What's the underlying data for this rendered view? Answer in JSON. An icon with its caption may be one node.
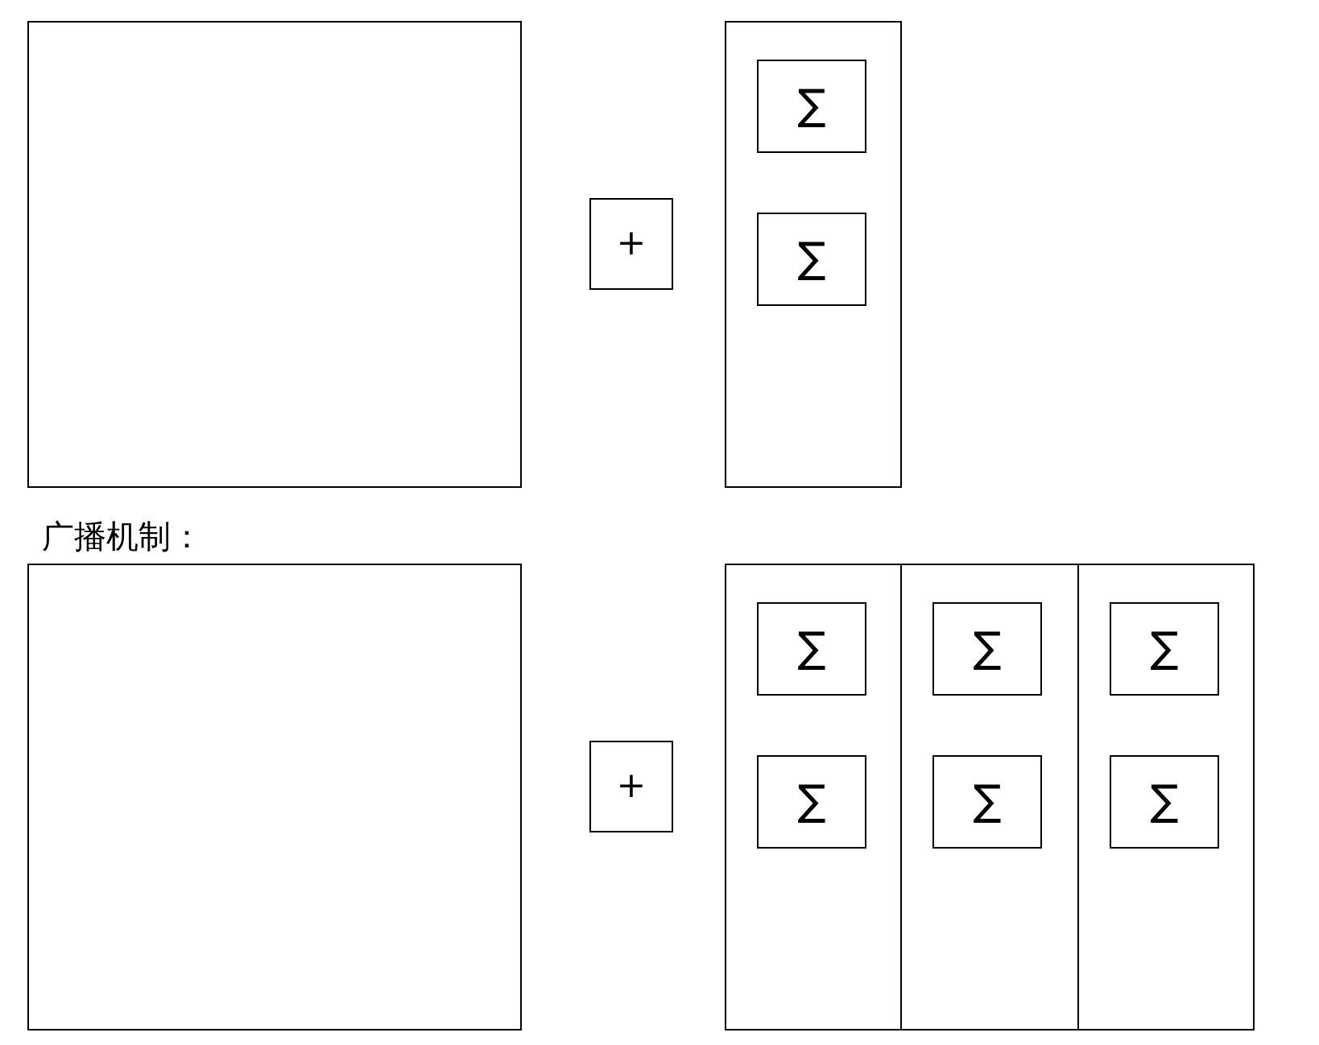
{
  "diagram": {
    "nodes": [
      {
        "text": [],
        "shape": "box"
      },
      {
        "text": [
          "+"
        ]
      },
      {
        "text": [],
        "shape": "box"
      },
      {
        "text": [
          "∑"
        ],
        "in": 2
      },
      {
        "text": [
          "∑"
        ],
        "in": 2
      },
      {
        "text": [],
        "shape": "box"
      },
      {
        "text": [
          "+"
        ]
      },
      {
        "text": [],
        "shape": "box"
      },
      {
        "text": [
          "∑"
        ],
        "in": 7
      },
      {
        "text": [
          "∑"
        ],
        "in": 7
      },
      {
        "text": [],
        "shape": "box"
      },
      {
        "text": [
          "∑"
        ],
        "in": 10
      },
      {
        "text": [
          "∑"
        ],
        "in": 10
      },
      {
        "text": [],
        "shape": "box"
      },
      {
        "text": [
          "∑"
        ],
        "in": 13
      },
      {
        "text": [
          "∑"
        ],
        "in": 13
      }
    ],
    "labels": [
      "广播机制："
    ]
  }
}
